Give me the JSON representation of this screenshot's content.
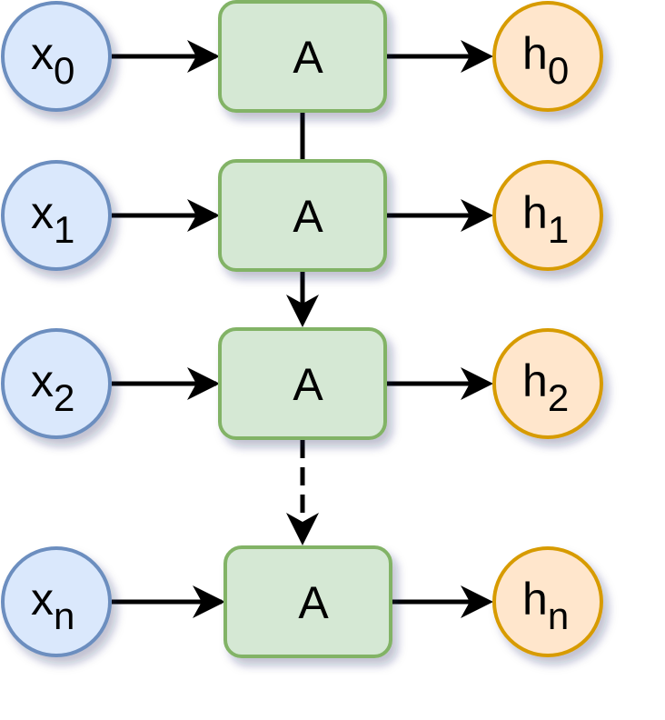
{
  "colors": {
    "input_fill": "#dae8fc",
    "input_stroke": "#6c8ebf",
    "cell_fill": "#d5e8d4",
    "cell_stroke": "#82b366",
    "output_fill": "#ffe6cc",
    "output_stroke": "#d79b00",
    "edge": "#000000"
  },
  "rows": [
    {
      "input": {
        "base": "x",
        "sub": "0"
      },
      "cell": "A",
      "output": {
        "base": "h",
        "sub": "0"
      }
    },
    {
      "input": {
        "base": "x",
        "sub": "1"
      },
      "cell": "A",
      "output": {
        "base": "h",
        "sub": "1"
      }
    },
    {
      "input": {
        "base": "x",
        "sub": "2"
      },
      "cell": "A",
      "output": {
        "base": "h",
        "sub": "2"
      }
    },
    {
      "input": {
        "base": "x",
        "sub": "n"
      },
      "cell": "A",
      "output": {
        "base": "h",
        "sub": "n"
      }
    }
  ],
  "recurrent_edges": [
    {
      "from": 0,
      "to": 1,
      "style": "solid",
      "arrow": false
    },
    {
      "from": 1,
      "to": 2,
      "style": "solid",
      "arrow": true
    },
    {
      "from": 2,
      "to": 3,
      "style": "dashed",
      "arrow": true
    }
  ]
}
